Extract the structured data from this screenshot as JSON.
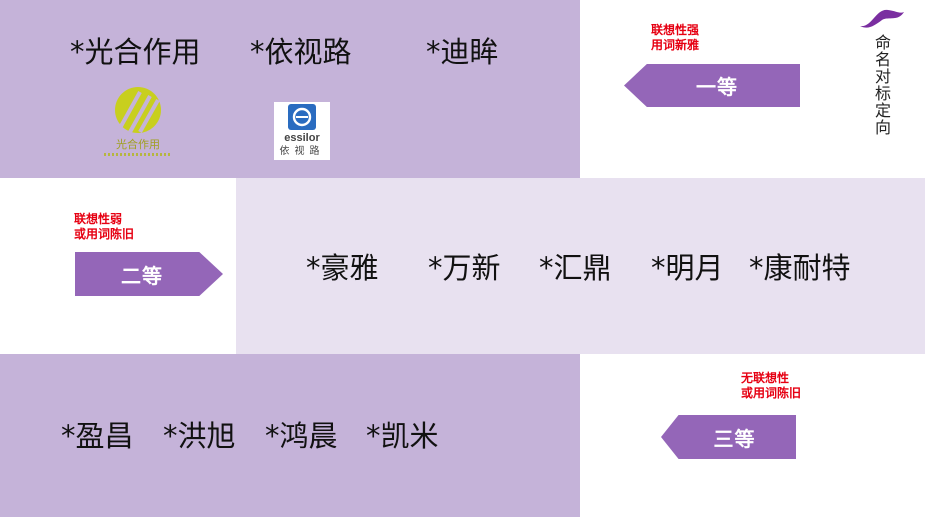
{
  "tier1": {
    "brands": [
      "*光合作用",
      "*依视路",
      "*迪眸"
    ],
    "label": "一等",
    "note": [
      "联想性强",
      "用词新雅"
    ],
    "logo_guanghe_text": "光合作用",
    "logo_essilor_word": "essilor",
    "logo_essilor_cn": "依视路"
  },
  "tier2": {
    "brands": [
      "*豪雅",
      "*万新",
      "*汇鼎",
      "*明月",
      "*康耐特"
    ],
    "label": "二等",
    "note": [
      "联想性弱",
      "或用词陈旧"
    ]
  },
  "tier3": {
    "brands": [
      "*盈昌",
      "*洪旭",
      "*鸿晨",
      "*凯米"
    ],
    "label": "三等",
    "note": [
      "无联想性",
      "或用词陈旧"
    ]
  },
  "side_title": "命名对标定向",
  "colors": {
    "band_dark": "#c5b3d9",
    "band_light": "#e8e1f0",
    "arrow": "#9466b8",
    "note_red": "#e60012",
    "guanghe_logo": "#c8cf1e",
    "essilor_blue": "#2a6cc0",
    "swoosh": "#7a2ea0"
  }
}
